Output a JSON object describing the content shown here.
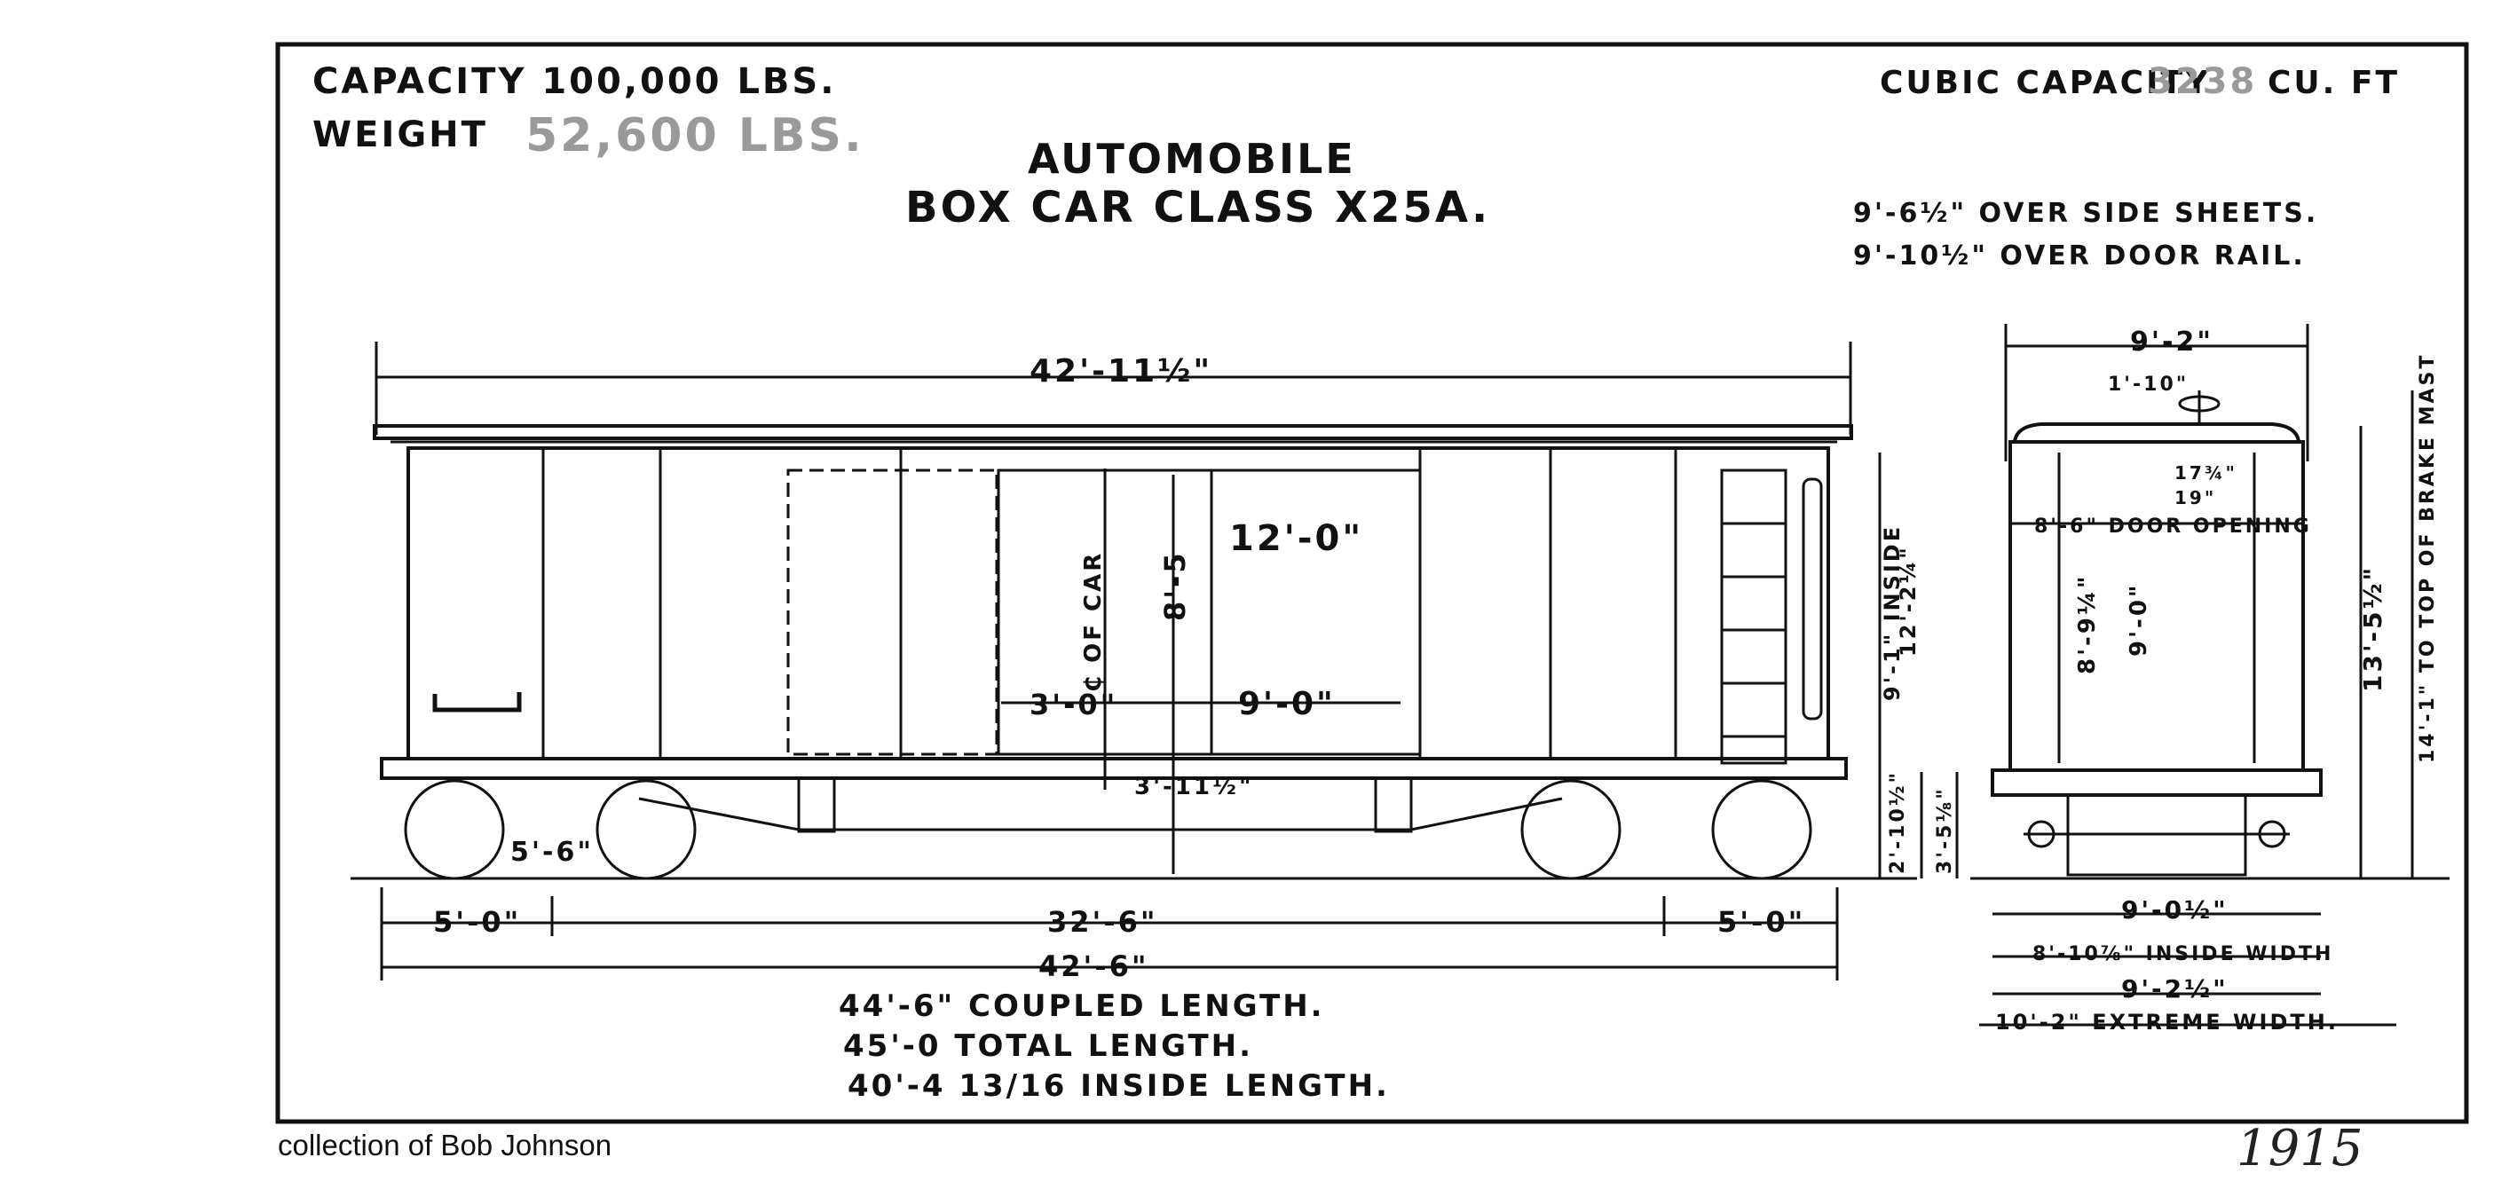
{
  "sheet": {
    "capacity": "CAPACITY 100,000 LBS.",
    "weight_label": "WEIGHT",
    "weight_value": "52,600 LBS.",
    "cubic_label": "CUBIC CAPACITY",
    "cubic_value": "3238",
    "cubic_unit": "CU. FT",
    "title_line1": "AUTOMOBILE",
    "title_line2": "BOX CAR CLASS X25A.",
    "side_sheets": "9'-6½\" OVER SIDE SHEETS.",
    "door_rail": "9'-10½\" OVER DOOR RAIL."
  },
  "side_view": {
    "overall_top": "42'-11½\"",
    "door_width": "12'-0\"",
    "door_height": "8'-5",
    "door_offset": "3'-0\"",
    "door_post": "9'-0\"",
    "center_of_car": "₵ OF CAR",
    "truck_wheelbase": "5'-6\"",
    "floor_height": "3'-11½\"",
    "end_left": "5'-0\"",
    "truck_centers": "32'-6\"",
    "end_right": "5'-0\"",
    "overall_bottom": "42'-6\"",
    "inside_height": "9'-1\" INSIDE",
    "height_12": "12'-2¼\"",
    "height_2": "2'-10½\"",
    "height_3": "3'-5⅛\""
  },
  "lengths": {
    "coupled": "44'-6\" COUPLED LENGTH.",
    "total": "45'-0 TOTAL LENGTH.",
    "inside": "40'-4 13/16 INSIDE LENGTH."
  },
  "end_view": {
    "top_width": "9'-2\"",
    "roof_walk": "1'-10\"",
    "door_opening": "8'-6\" DOOR OPENING",
    "dim_17": "17¾\"",
    "dim_19": "19\"",
    "height_8": "8'-9¼\"",
    "height_9": "9'-0\"",
    "height_13": "13'-5½\"",
    "brake_mast": "14'-1\" TO TOP OF BRAKE MAST",
    "bottom_9": "9'-0½\"",
    "inside_width": "8'-10⅞\" INSIDE WIDTH",
    "width_9_2": "9'-2½\"",
    "extreme_width": "10'-2\" EXTREME WIDTH."
  },
  "footer": {
    "credit": "collection of Bob Johnson",
    "year": "1915"
  }
}
